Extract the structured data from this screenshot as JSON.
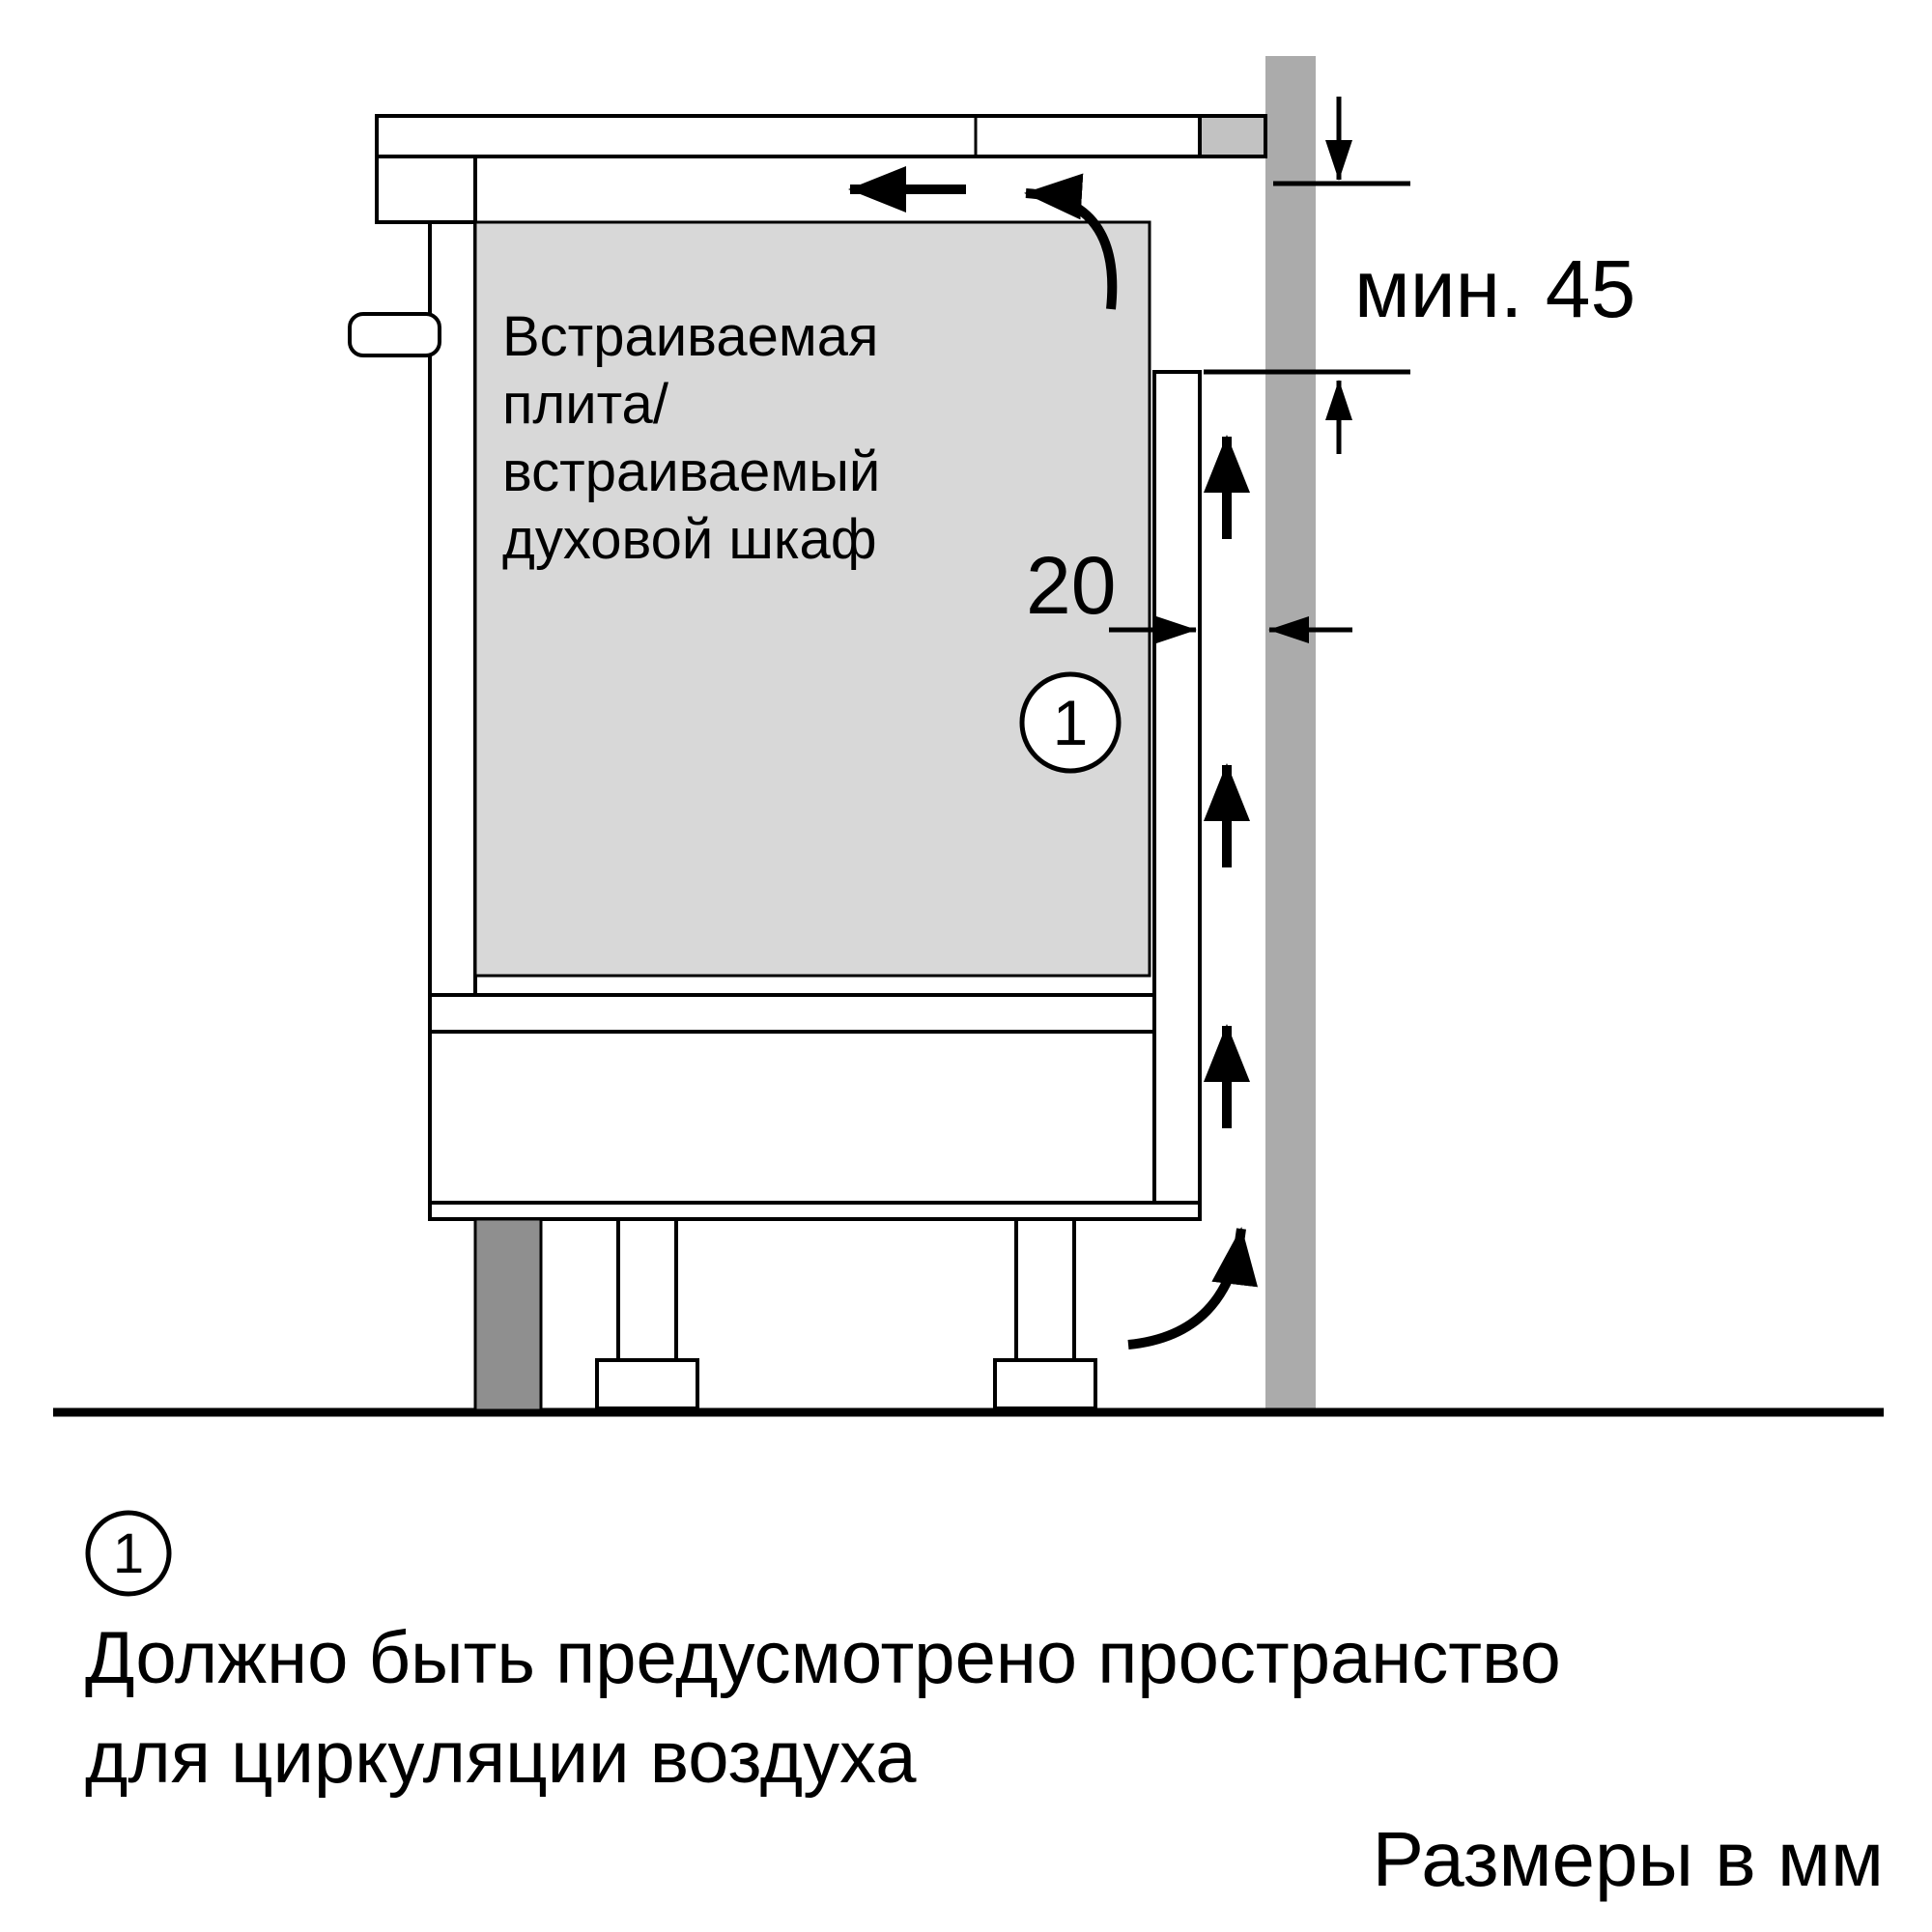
{
  "colors": {
    "wall": "#ababab",
    "appliance_fill": "#d8d8d8",
    "plinth": "#8f8f8f",
    "worktop_end": "#c2c2c2"
  },
  "diagram": {
    "appliance_label": {
      "lines": [
        "Встраиваемая",
        "плита/",
        "встраиваемый",
        "духовой шкаф"
      ]
    },
    "dimensions": {
      "min_gap_top": "мин. 45",
      "rear_gap": "20"
    },
    "callout": {
      "number": "1"
    }
  },
  "legend": {
    "marker": "1",
    "text_lines": [
      "Должно быть предусмотрено пространство",
      "для циркуляции воздуха"
    ]
  },
  "footer": {
    "units_note": "Размеры в мм"
  }
}
